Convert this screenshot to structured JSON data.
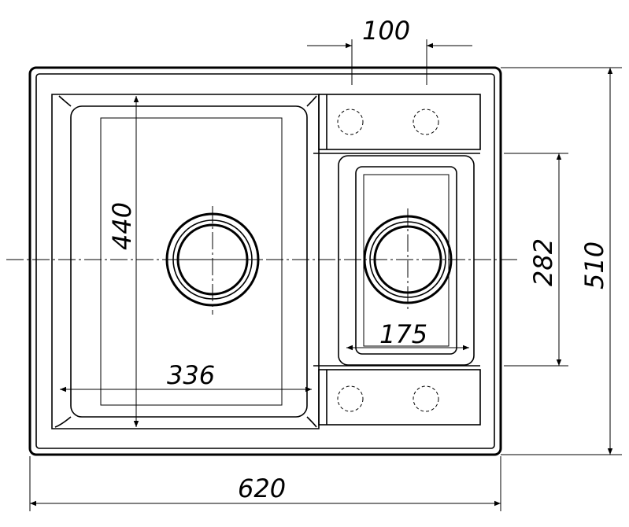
{
  "dimensions": {
    "faucet_hole_spacing": "100",
    "total_depth": "510",
    "small_bowl_depth": "282",
    "total_width": "620",
    "large_bowl_depth": "440",
    "large_bowl_width": "336",
    "small_bowl_width": "175"
  }
}
